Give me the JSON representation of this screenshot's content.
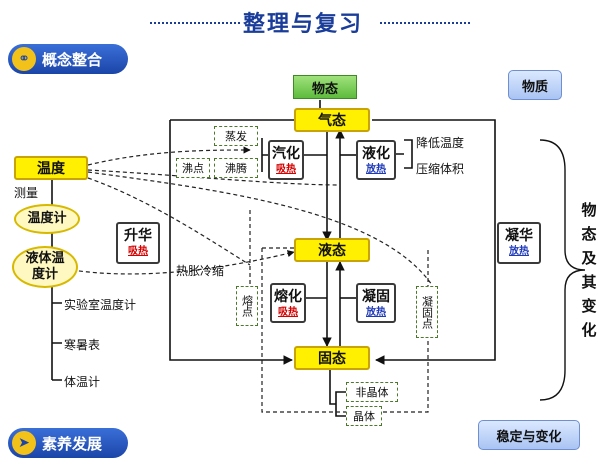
{
  "header": {
    "title": "整理与复习"
  },
  "badges": {
    "concept": "概念整合",
    "literacy": "素养发展"
  },
  "corner": {
    "matter": "物质",
    "stable": "稳定与变化"
  },
  "side_caption": "物态及其变化",
  "states": {
    "top": "物态",
    "gas": "气态",
    "liquid": "液态",
    "solid": "固态"
  },
  "temperature": {
    "label": "温度",
    "measure": "测量",
    "thermometer": "温度计",
    "liquid_thermometer": "液体温度计",
    "types": [
      "实验室温度计",
      "寒暑表",
      "体温计"
    ],
    "expansion": "热胀冷缩"
  },
  "processes": {
    "vaporize": {
      "name": "汽化",
      "heat": "吸热"
    },
    "liquefy": {
      "name": "液化",
      "heat": "放热"
    },
    "sublimate": {
      "name": "升华",
      "heat": "吸热"
    },
    "deposit": {
      "name": "凝华",
      "heat": "放热"
    },
    "melt": {
      "name": "熔化",
      "heat": "吸热"
    },
    "freeze": {
      "name": "凝固",
      "heat": "放热"
    }
  },
  "vaporize_modes": {
    "evaporate": "蒸发",
    "boil": "沸腾",
    "boiling_point": "沸点"
  },
  "liquefy_methods": [
    "降低温度",
    "压缩体积"
  ],
  "solid_points": {
    "melting_point": "熔点",
    "freezing_point": "凝固点"
  },
  "solid_kinds": {
    "amorphous": "非晶体",
    "crystal": "晶体"
  }
}
